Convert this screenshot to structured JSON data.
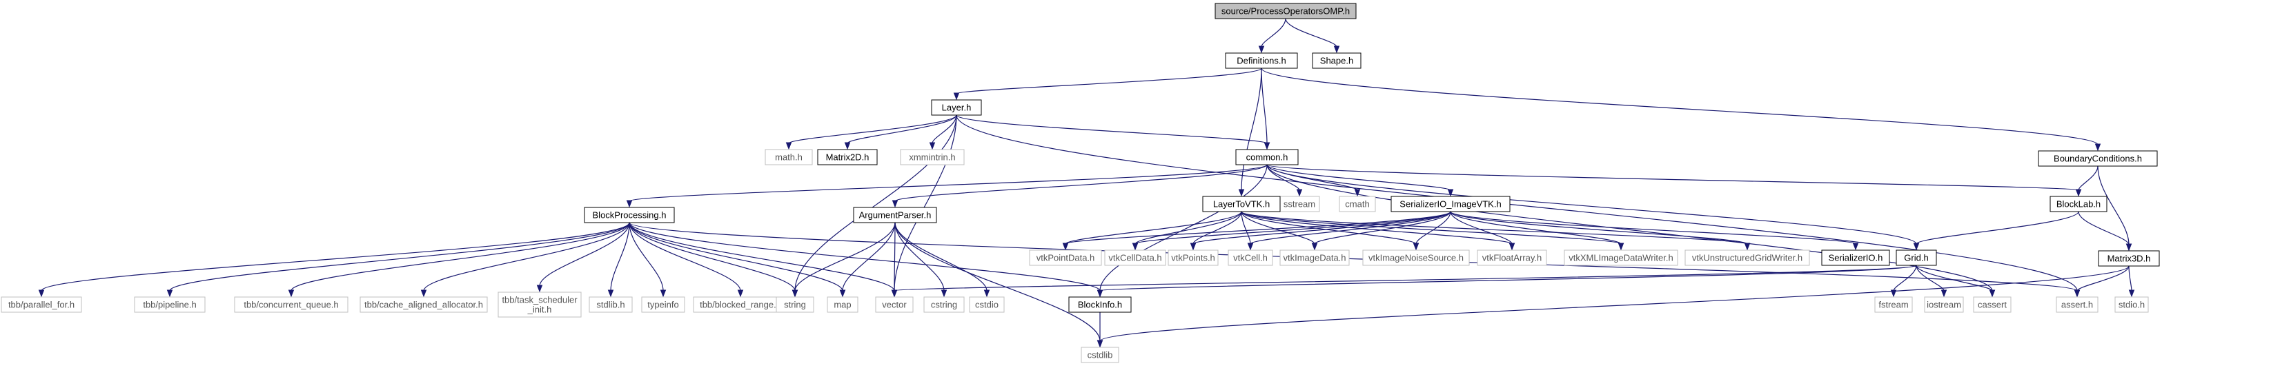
{
  "title": "",
  "colors": {
    "edge": "#191970",
    "root_fill": "#bfbfbf",
    "node_border": "#000000",
    "external_border": "#bfbfbf"
  },
  "nodes": {
    "root": {
      "label": "source/ProcessOperatorsOMP.h",
      "kind": "root"
    },
    "definitions": {
      "label": "Definitions.h",
      "kind": "doc"
    },
    "shape": {
      "label": "Shape.h",
      "kind": "doc"
    },
    "layer": {
      "label": "Layer.h",
      "kind": "doc"
    },
    "boundary": {
      "label": "BoundaryConditions.h",
      "kind": "doc"
    },
    "math": {
      "label": "math.h",
      "kind": "ext"
    },
    "matrix2d": {
      "label": "Matrix2D.h",
      "kind": "doc"
    },
    "xmmintrin": {
      "label": "xmmintrin.h",
      "kind": "ext"
    },
    "common": {
      "label": "common.h",
      "kind": "doc"
    },
    "sstream": {
      "label": "sstream",
      "kind": "ext"
    },
    "cmath": {
      "label": "cmath",
      "kind": "ext"
    },
    "layertovtk": {
      "label": "LayerToVTK.h",
      "kind": "doc"
    },
    "serializervtk": {
      "label": "SerializerIO_ImageVTK.h",
      "kind": "doc"
    },
    "blocklab": {
      "label": "BlockLab.h",
      "kind": "doc"
    },
    "matrix3d": {
      "label": "Matrix3D.h",
      "kind": "doc"
    },
    "blockprocessing": {
      "label": "BlockProcessing.h",
      "kind": "doc"
    },
    "argparser": {
      "label": "ArgumentParser.h",
      "kind": "doc"
    },
    "vtkpointdata": {
      "label": "vtkPointData.h",
      "kind": "ext"
    },
    "vtkcelldata": {
      "label": "vtkCellData.h",
      "kind": "ext"
    },
    "vtkpoints": {
      "label": "vtkPoints.h",
      "kind": "ext"
    },
    "vtkcell": {
      "label": "vtkCell.h",
      "kind": "ext"
    },
    "vtkimagedata": {
      "label": "vtkImageData.h",
      "kind": "ext"
    },
    "vtkimagenoise": {
      "label": "vtkImageNoiseSource.h",
      "kind": "ext"
    },
    "vtkfloatarray": {
      "label": "vtkFloatArray.h",
      "kind": "ext"
    },
    "vtkxmlimage": {
      "label": "vtkXMLImageDataWriter.h",
      "kind": "ext"
    },
    "vtkunstructured": {
      "label": "vtkUnstructuredGridWriter.h",
      "kind": "ext"
    },
    "serializerio": {
      "label": "SerializerIO.h",
      "kind": "doc"
    },
    "grid": {
      "label": "Grid.h",
      "kind": "doc"
    },
    "tbbparallel": {
      "label": "tbb/parallel_for.h",
      "kind": "ext"
    },
    "tbbpipeline": {
      "label": "tbb/pipeline.h",
      "kind": "ext"
    },
    "tbbqueue": {
      "label": "tbb/concurrent_queue.h",
      "kind": "ext"
    },
    "tbbcache": {
      "label": "tbb/cache_aligned_allocator.h",
      "kind": "ext"
    },
    "tbbtask": {
      "label": "tbb/task_scheduler\n_init.h",
      "kind": "ext"
    },
    "stdlib": {
      "label": "stdlib.h",
      "kind": "ext"
    },
    "typeinfo": {
      "label": "typeinfo",
      "kind": "ext"
    },
    "tbbrange": {
      "label": "tbb/blocked_range.h",
      "kind": "ext"
    },
    "string": {
      "label": "string",
      "kind": "ext"
    },
    "map": {
      "label": "map",
      "kind": "ext"
    },
    "vector": {
      "label": "vector",
      "kind": "ext"
    },
    "cstring": {
      "label": "cstring",
      "kind": "ext"
    },
    "cstdio": {
      "label": "cstdio",
      "kind": "ext"
    },
    "blockinfo": {
      "label": "BlockInfo.h",
      "kind": "doc"
    },
    "fstream": {
      "label": "fstream",
      "kind": "ext"
    },
    "iostream": {
      "label": "iostream",
      "kind": "ext"
    },
    "cassert": {
      "label": "cassert",
      "kind": "ext"
    },
    "asserth": {
      "label": "assert.h",
      "kind": "ext"
    },
    "stdioh": {
      "label": "stdio.h",
      "kind": "ext"
    },
    "cstdlib": {
      "label": "cstdlib",
      "kind": "ext"
    }
  },
  "edges": [
    [
      "root",
      "definitions"
    ],
    [
      "root",
      "shape"
    ],
    [
      "definitions",
      "layer"
    ],
    [
      "definitions",
      "boundary"
    ],
    [
      "definitions",
      "common"
    ],
    [
      "definitions",
      "layertovtk"
    ],
    [
      "layer",
      "math"
    ],
    [
      "layer",
      "matrix2d"
    ],
    [
      "layer",
      "xmmintrin"
    ],
    [
      "layer",
      "common"
    ],
    [
      "layer",
      "string"
    ],
    [
      "layer",
      "vector"
    ],
    [
      "layer",
      "asserth"
    ],
    [
      "common",
      "sstream"
    ],
    [
      "common",
      "cmath"
    ],
    [
      "common",
      "serializervtk"
    ],
    [
      "common",
      "blocklab"
    ],
    [
      "common",
      "blockprocessing"
    ],
    [
      "common",
      "argparser"
    ],
    [
      "common",
      "grid"
    ],
    [
      "common",
      "blockinfo"
    ],
    [
      "common",
      "cassert"
    ],
    [
      "boundary",
      "blocklab"
    ],
    [
      "boundary",
      "matrix3d"
    ],
    [
      "blocklab",
      "grid"
    ],
    [
      "blocklab",
      "matrix3d"
    ],
    [
      "layertovtk",
      "vtkpointdata"
    ],
    [
      "layertovtk",
      "vtkcelldata"
    ],
    [
      "layertovtk",
      "vtkpoints"
    ],
    [
      "layertovtk",
      "vtkcell"
    ],
    [
      "layertovtk",
      "vtkimagedata"
    ],
    [
      "layertovtk",
      "vtkimagenoise"
    ],
    [
      "layertovtk",
      "vtkfloatarray"
    ],
    [
      "layertovtk",
      "vtkxmlimage"
    ],
    [
      "layertovtk",
      "vtkunstructured"
    ],
    [
      "serializervtk",
      "vtkpointdata"
    ],
    [
      "serializervtk",
      "vtkcelldata"
    ],
    [
      "serializervtk",
      "vtkpoints"
    ],
    [
      "serializervtk",
      "vtkcell"
    ],
    [
      "serializervtk",
      "vtkimagedata"
    ],
    [
      "serializervtk",
      "vtkimagenoise"
    ],
    [
      "serializervtk",
      "vtkfloatarray"
    ],
    [
      "serializervtk",
      "vtkxmlimage"
    ],
    [
      "serializervtk",
      "vtkunstructured"
    ],
    [
      "serializervtk",
      "serializerio"
    ],
    [
      "blockprocessing",
      "tbbparallel"
    ],
    [
      "blockprocessing",
      "tbbpipeline"
    ],
    [
      "blockprocessing",
      "tbbqueue"
    ],
    [
      "blockprocessing",
      "tbbcache"
    ],
    [
      "blockprocessing",
      "tbbtask"
    ],
    [
      "blockprocessing",
      "stdlib"
    ],
    [
      "blockprocessing",
      "typeinfo"
    ],
    [
      "blockprocessing",
      "tbbrange"
    ],
    [
      "blockprocessing",
      "string"
    ],
    [
      "blockprocessing",
      "map"
    ],
    [
      "blockprocessing",
      "vector"
    ],
    [
      "blockprocessing",
      "blockinfo"
    ],
    [
      "blockprocessing",
      "asserth"
    ],
    [
      "argparser",
      "string"
    ],
    [
      "argparser",
      "map"
    ],
    [
      "argparser",
      "vector"
    ],
    [
      "argparser",
      "cstring"
    ],
    [
      "argparser",
      "cstdio"
    ],
    [
      "argparser",
      "cstdlib"
    ],
    [
      "grid",
      "vector"
    ],
    [
      "grid",
      "blockinfo"
    ],
    [
      "grid",
      "fstream"
    ],
    [
      "grid",
      "iostream"
    ],
    [
      "grid",
      "cassert"
    ],
    [
      "blockinfo",
      "cstdlib"
    ],
    [
      "matrix3d",
      "asserth"
    ],
    [
      "matrix3d",
      "stdioh"
    ],
    [
      "matrix3d",
      "cstdlib"
    ]
  ]
}
